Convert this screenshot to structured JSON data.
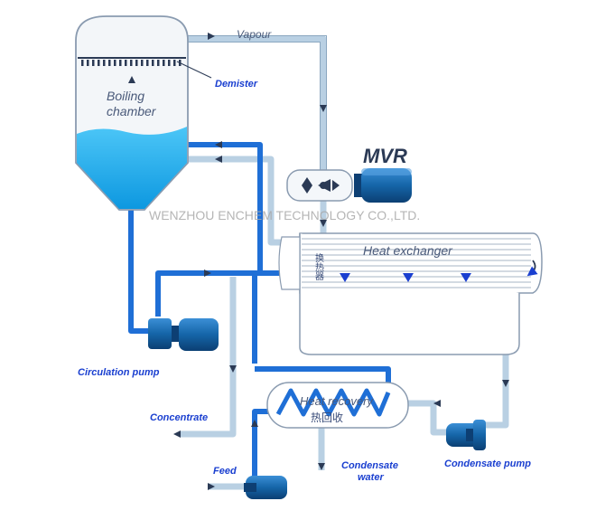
{
  "labels": {
    "vapour": "Vapour",
    "demister": "Demister",
    "boiling_chamber_line1": "Boiling",
    "boiling_chamber_line2": "chamber",
    "mvr": "MVR",
    "heat_exchanger": "Heat exchanger",
    "heat_exchanger_cn": "换热器",
    "circulation_pump": "Circulation pump",
    "concentrate": "Concentrate",
    "heat_recovery": "Heat recovery",
    "heat_recovery_cn": "热回收",
    "feed": "Feed",
    "condensate_water_line1": "Condensate",
    "condensate_water_line2": "water",
    "condensate_pump": "Condensate pump"
  },
  "watermark": "WENZHOU ENCHEM TECHNOLOGY CO.,LTD.",
  "colors": {
    "hot_pipe": "#1f6fd6",
    "cold_pipe": "#b9d0e3",
    "liquid": "#1aaaf0",
    "equipment": "#1565a8",
    "label": "#1a3fd0"
  }
}
